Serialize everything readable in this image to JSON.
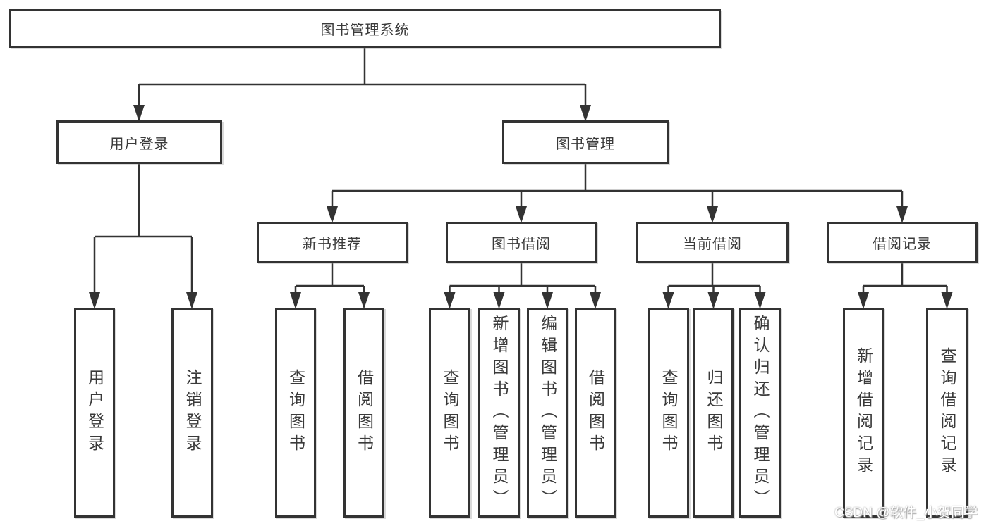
{
  "diagram": {
    "type": "hierarchy-tree",
    "nodes": {
      "root": "图书管理系统",
      "level2": [
        "用户登录",
        "图书管理"
      ],
      "level3": [
        "新书推荐",
        "图书借阅",
        "当前借阅",
        "借阅记录"
      ],
      "leaves": [
        "用户登录",
        "注销登录",
        "查询图书",
        "借阅图书",
        "查询图书",
        "新增图书（管理员）",
        "编辑图书（管理员）",
        "借阅图书",
        "查询图书",
        "归还图书",
        "确认归还（管理员）",
        "新增借阅记录",
        "查询借阅记录"
      ]
    },
    "edges": [
      {
        "from": "图书管理系统",
        "to": "用户登录"
      },
      {
        "from": "图书管理系统",
        "to": "图书管理"
      },
      {
        "from": "用户登录",
        "to": "用户登录"
      },
      {
        "from": "用户登录",
        "to": "注销登录"
      },
      {
        "from": "图书管理",
        "to": "新书推荐"
      },
      {
        "from": "图书管理",
        "to": "图书借阅"
      },
      {
        "from": "图书管理",
        "to": "当前借阅"
      },
      {
        "from": "图书管理",
        "to": "借阅记录"
      },
      {
        "from": "新书推荐",
        "to": "查询图书"
      },
      {
        "from": "新书推荐",
        "to": "借阅图书"
      },
      {
        "from": "图书借阅",
        "to": "查询图书"
      },
      {
        "from": "图书借阅",
        "to": "新增图书（管理员）"
      },
      {
        "from": "图书借阅",
        "to": "编辑图书（管理员）"
      },
      {
        "from": "图书借阅",
        "to": "借阅图书"
      },
      {
        "from": "当前借阅",
        "to": "查询图书"
      },
      {
        "from": "当前借阅",
        "to": "归还图书"
      },
      {
        "from": "当前借阅",
        "to": "确认归还（管理员）"
      },
      {
        "from": "借阅记录",
        "to": "新增借阅记录"
      },
      {
        "from": "借阅记录",
        "to": "查询借阅记录"
      }
    ],
    "colors": {
      "line": "#333333",
      "box_border": "#333333",
      "text": "#3a3a3a",
      "background": "#ffffff",
      "watermark_text": "#ffffff"
    }
  },
  "watermark": "CSDN @软件_小贺同学"
}
